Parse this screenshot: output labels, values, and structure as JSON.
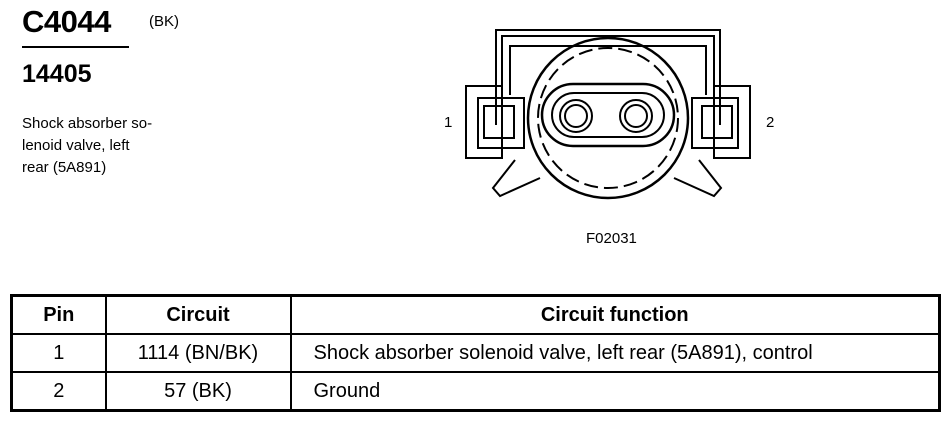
{
  "connector": {
    "id": "C4044",
    "color": "(BK)",
    "part_number": "14405",
    "description_lines": [
      "Shock absorber so-",
      "lenoid valve, left",
      "rear (5A891)"
    ]
  },
  "figure": {
    "pin_labels": [
      "1",
      "2"
    ],
    "figure_id": "F02031"
  },
  "table": {
    "headers": [
      "Pin",
      "Circuit",
      "Circuit function"
    ],
    "rows": [
      [
        "1",
        "1114 (BN/BK)",
        "Shock absorber solenoid valve, left rear (5A891), control"
      ],
      [
        "2",
        "57 (BK)",
        "Ground"
      ]
    ]
  }
}
